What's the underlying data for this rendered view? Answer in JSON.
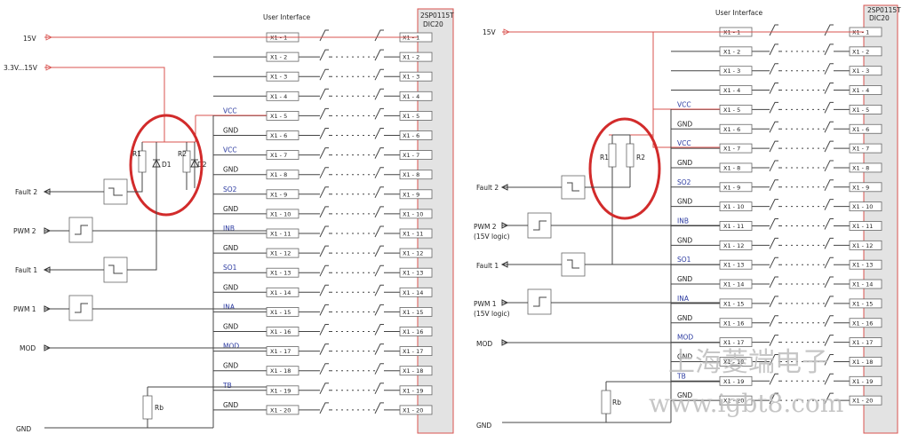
{
  "left": {
    "header_ui": "User Interface",
    "driver_title_line1": "2SP0115T",
    "driver_title_line2": "DIC20",
    "inputs": [
      "15V",
      "3.3V...15V",
      "Fault 2",
      "PWM 2",
      "Fault 1",
      "PWM 1",
      "MOD",
      "GND"
    ],
    "component_labels": {
      "r1": "R1",
      "r2": "R2",
      "d1": "D1",
      "d2": "D2",
      "rb": "Rb"
    },
    "signals": [
      "",
      "",
      "",
      "",
      "VCC",
      "GND",
      "VCC",
      "GND",
      "SO2",
      "GND",
      "INB",
      "GND",
      "SO1",
      "GND",
      "INA",
      "GND",
      "MOD",
      "GND",
      "TB",
      "GND"
    ],
    "pins": [
      "X1 - 1",
      "X1 - 2",
      "X1 - 3",
      "X1 - 4",
      "X1 - 5",
      "X1 - 6",
      "X1 - 7",
      "X1 - 8",
      "X1 - 9",
      "X1 - 10",
      "X1 - 11",
      "X1 - 12",
      "X1 - 13",
      "X1 - 14",
      "X1 - 15",
      "X1 - 16",
      "X1 - 17",
      "X1 - 18",
      "X1 - 19",
      "X1 - 20"
    ],
    "pins_right": [
      "X1 - 1",
      "X1 - 2",
      "X1 - 3",
      "X1 - 4",
      "X1 - 5",
      "X1 - 6",
      "X1 - 7",
      "X1 - 8",
      "X1 - 9",
      "X1 - 10",
      "X1 - 11",
      "X1 - 12",
      "X1 - 13",
      "X1 - 14",
      "X1 - 15",
      "X1 - 16",
      "X1 - 17",
      "X1 - 18",
      "X1 - 19",
      "X1 - 20"
    ]
  },
  "right": {
    "header_ui": "User Interface",
    "driver_title_line1": "2SP0115T",
    "driver_title_line2": "DIC20",
    "inputs": [
      "15V",
      "Fault 2",
      "PWM 2",
      "(15V logic)",
      "Fault 1",
      "PWM 1",
      "(15V logic)",
      "MOD",
      "GND"
    ],
    "component_labels": {
      "r1": "R1",
      "r2": "R2",
      "rb": "Rb"
    },
    "signals": [
      "",
      "",
      "",
      "",
      "VCC",
      "GND",
      "VCC",
      "GND",
      "SO2",
      "GND",
      "INB",
      "GND",
      "SO1",
      "GND",
      "INA",
      "GND",
      "MOD",
      "GND",
      "TB",
      "GND"
    ],
    "pins": [
      "X1 - 1",
      "X1 - 2",
      "X1 - 3",
      "X1 - 4",
      "X1 - 5",
      "X1 - 6",
      "X1 - 7",
      "X1 - 8",
      "X1 - 9",
      "X1 - 10",
      "X1 - 11",
      "X1 - 12",
      "X1 - 13",
      "X1 - 14",
      "X1 - 15",
      "X1 - 16",
      "X1 - 17",
      "X1 - 18",
      "X1 - 19",
      "X1 - 20"
    ],
    "pins_right": [
      "X1 - 1",
      "X1 - 2",
      "X1 - 3",
      "X1 - 4",
      "X1 - 5",
      "X1 - 6",
      "X1 - 7",
      "X1 - 8",
      "X1 - 9",
      "X1 - 10",
      "X1 - 11",
      "X1 - 12",
      "X1 - 13",
      "X1 - 14",
      "X1 - 15",
      "X1 - 16",
      "X1 - 17",
      "X1 - 18",
      "X1 - 19",
      "X1 - 20"
    ]
  },
  "watermark": {
    "line1": "上海菱端电子",
    "line2": "www.igbt8.com"
  },
  "colors": {
    "highlight_circle": "#d22b2b",
    "driver_block": "#e3e3e3",
    "red_wire": "#d9534f",
    "signal_blue": "#2b3aa0"
  }
}
